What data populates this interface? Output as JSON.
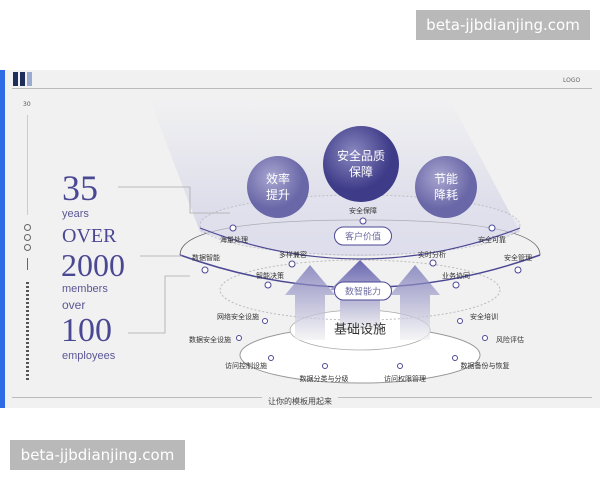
{
  "watermark": "beta-jjbdianjing.com",
  "slide": {
    "logo": "LOGO",
    "page_number": "30",
    "footer": "让你的模板用起来",
    "stats": [
      {
        "prefix": "",
        "value": "35",
        "unit": "years"
      },
      {
        "prefix": "OVER",
        "value": "2000",
        "unit": "members"
      },
      {
        "prefix": "over",
        "value": "100",
        "unit": "employees"
      }
    ],
    "circles": [
      "效率\n提升",
      "安全品质\n保障",
      "节能\n降耗"
    ],
    "pills": {
      "top": "客户价值",
      "middle": "数智能力",
      "base": "基础设施"
    },
    "labels_top": [
      "安全保障",
      "海量处理",
      "安全可靠",
      "多样兼容",
      "实时分析"
    ],
    "labels_mid": [
      "数据智能",
      "安全管理",
      "智能决策",
      "业务协同"
    ],
    "labels_base": [
      "网络安全设施",
      "安全培训",
      "数据安全设施",
      "风险评估",
      "访问控制设施",
      "数据备份与恢复",
      "数据分类与分级",
      "访问权限管理"
    ],
    "colors": {
      "accent": "#4b4893",
      "sidebar": "#2f6ae6"
    }
  }
}
